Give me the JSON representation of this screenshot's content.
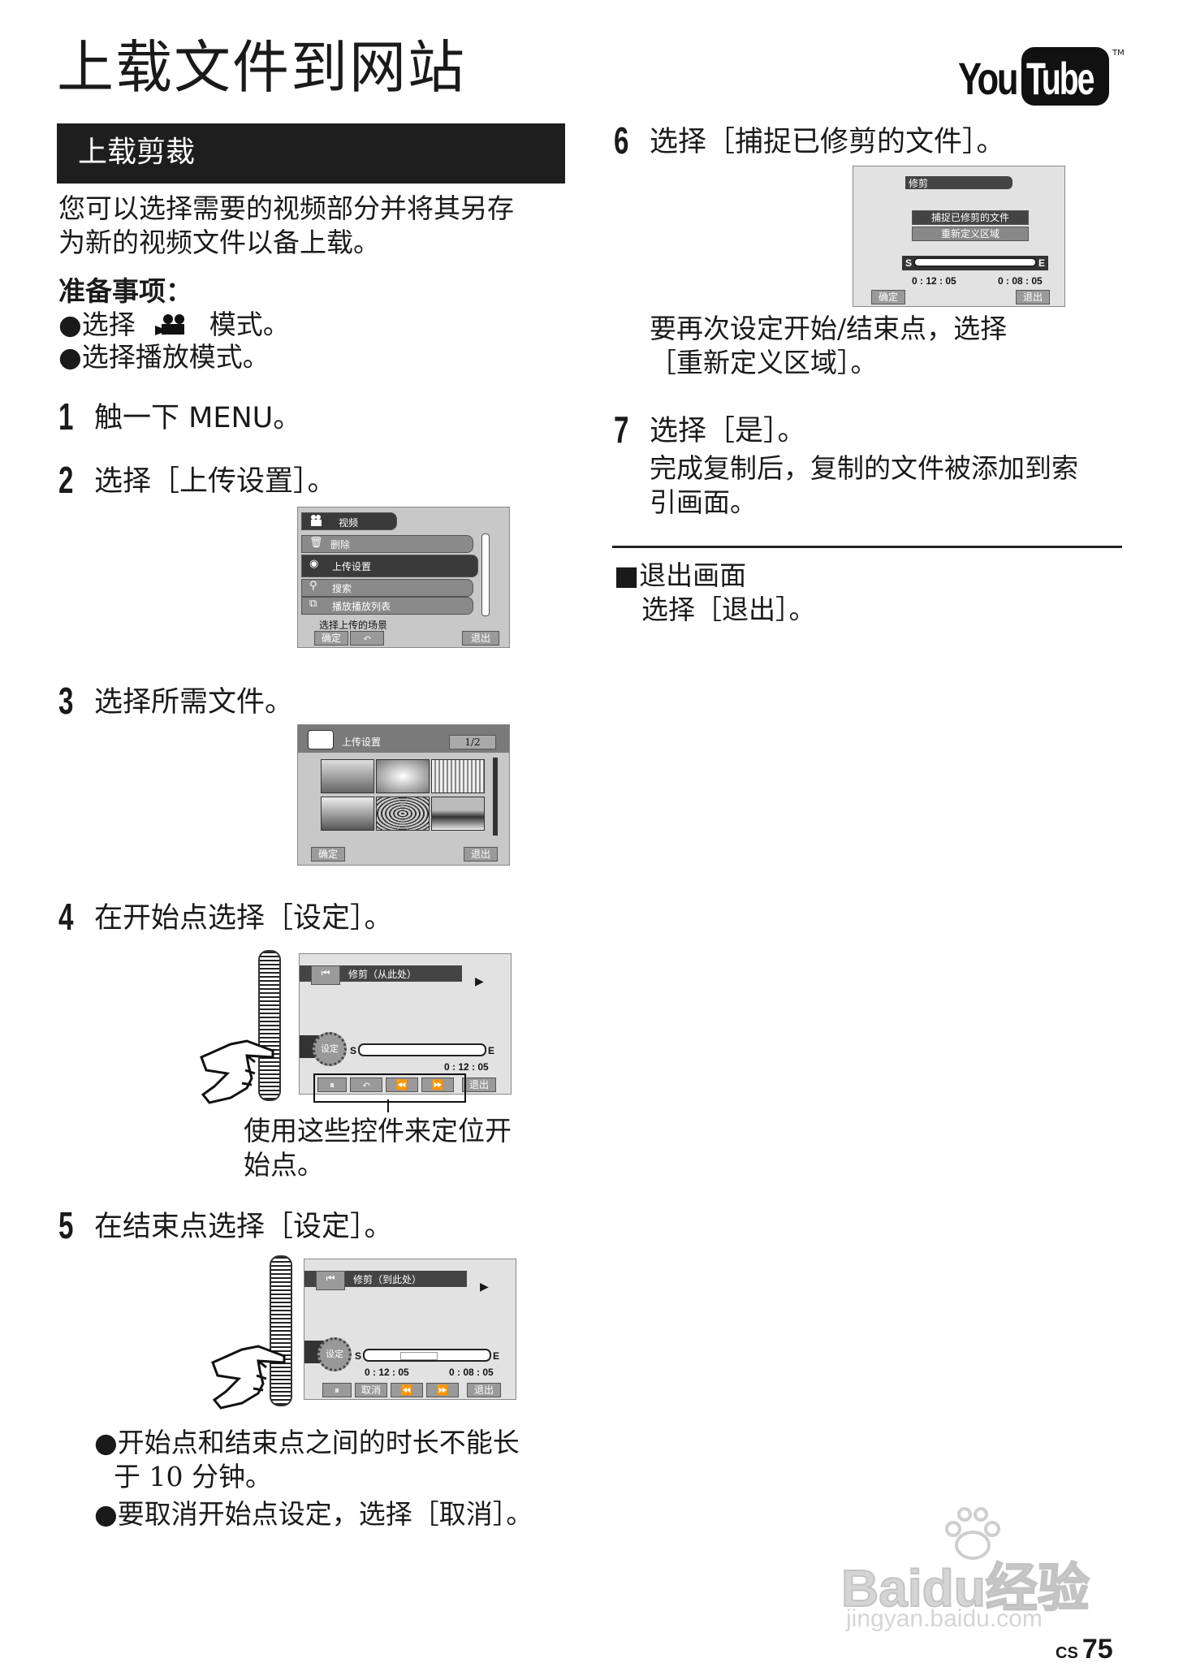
{
  "page_title": "上载文件到网站",
  "logo": {
    "you": "You",
    "tube": "Tube",
    "tm": "TM"
  },
  "section_title": "上载剪裁",
  "intro": [
    "您可以选择需要的视频部分并将其另存",
    "为新的视频文件以备上载。"
  ],
  "prep": {
    "heading": "准备事项：",
    "item1_prefix": "●选择",
    "item1_suffix": "模式。",
    "item2": "●选择播放模式。"
  },
  "steps": {
    "s1": {
      "num": "1",
      "text": "触一下 MENU。"
    },
    "s2": {
      "num": "2",
      "text": "选择［上传设置］。"
    },
    "s3": {
      "num": "3",
      "text": "选择所需文件。"
    },
    "s4": {
      "num": "4",
      "text": "在开始点选择［设定］。",
      "caption": [
        "使用这些控件来定位开",
        "始点。"
      ]
    },
    "s5": {
      "num": "5",
      "text": "在结束点选择［设定］。",
      "note1": [
        "●开始点和结束点之间的时长不能长",
        "于 10 分钟。"
      ],
      "note2": "●要取消开始点设定，选择［取消］。"
    },
    "s6": {
      "num": "6",
      "text": "选择［捕捉已修剪的文件］。",
      "body": [
        "要再次设定开始/结束点，选择",
        "［重新定义区域］。"
      ]
    },
    "s7": {
      "num": "7",
      "text": "选择［是］。",
      "body": [
        "完成复制后，复制的文件被添加到索",
        "引画面。"
      ]
    }
  },
  "exit": {
    "heading": "■退出画面",
    "body": "选择［退出］。"
  },
  "screen_menu": {
    "title": "视频",
    "items": [
      "删除",
      "上传设置",
      "搜索",
      "播放播放列表"
    ],
    "hint": "选择上传的场景",
    "ok": "确定",
    "back": "↶",
    "quit": "退出"
  },
  "screen_index": {
    "title": "上传设置",
    "page": "1/2",
    "ok": "确定",
    "quit": "退出"
  },
  "screen_start": {
    "title": "修剪（从此处）",
    "set": "设定",
    "s": "S",
    "e": "E",
    "time": "0 : 12 : 05",
    "quit": "退出"
  },
  "screen_end": {
    "title": "修剪（到此处）",
    "set": "设定",
    "s": "S",
    "e": "E",
    "time1": "0 : 12 : 05",
    "time2": "0 : 08 : 05",
    "cancel": "取消",
    "quit": "退出"
  },
  "screen_trim": {
    "title": "修剪",
    "opt1": "捕捉已修剪的文件",
    "opt2": "重新定义区域",
    "s": "S",
    "e": "E",
    "time1": "0 : 12 : 05",
    "time2": "0 : 08 : 05",
    "ok": "确定",
    "quit": "退出"
  },
  "watermark": {
    "brand": "Baidu经验",
    "url": "jingyan.baidu.com"
  },
  "page_number": {
    "lang": "CS",
    "num": "75"
  }
}
